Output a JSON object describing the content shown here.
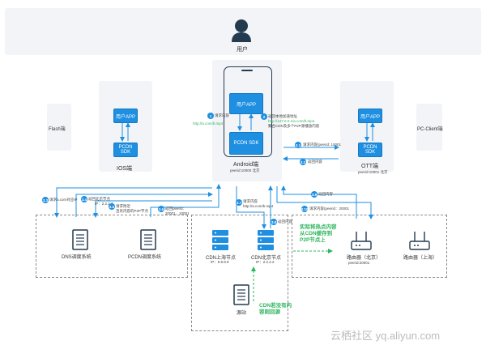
{
  "user": {
    "label": "用户"
  },
  "clients": {
    "flash": "Flash端",
    "pc": "PC-Client端",
    "ios": {
      "label": "IOS端",
      "app": "用户APP",
      "sdk": "PCDN SDK"
    },
    "android": {
      "label": "Android端",
      "peer": "peerid:10000 北京",
      "app": "用户APP",
      "sdk": "PCDN SDK"
    },
    "ott": {
      "label": "OTT端",
      "peer": "peerid:10001 北京",
      "app": "用户APP",
      "sdk": "PCDN SDK"
    }
  },
  "steps": {
    "s1": {
      "num": "1",
      "text": "请求内容",
      "url": "http://a.com/b.mp4"
    },
    "s2": {
      "num": "2",
      "lines": [
        "返回本地加速地址",
        "http://127.0.0.1/a.com/b.mp4",
        "聚合CDN及多个P2P源播放内容"
      ]
    },
    "s31_top": {
      "num": "3.1",
      "text": "请求内容(peerid: 10001"
    },
    "s32_top": {
      "num": "3.2",
      "text": "返回内容"
    },
    "s33": {
      "num": "3.3",
      "text": "请求a.com对应IP"
    },
    "s34": {
      "num": "3.4",
      "lines": [
        "返回北京节点",
        "IP：2.2.2.2"
      ]
    },
    "s35": {
      "num": "3.5",
      "lines": [
        "请求附近",
        "且有内容的P2P节点"
      ]
    },
    "s36": {
      "num": "3.6",
      "lines": [
        "返回peerid：",
        "20001，10001"
      ]
    },
    "s37": {
      "num": "3.7",
      "lines": [
        "请求内容",
        "http://a.com/b.mp4"
      ]
    },
    "s38": {
      "num": "3.8",
      "text": "返回内容"
    },
    "s39": {
      "num": "3.9",
      "text": "返回内容"
    },
    "s310": {
      "num": "3.10",
      "text": "请求内容(peerid：20001"
    }
  },
  "backend": {
    "dns": "DNS调度系统",
    "pcdn": "PCDN调度系统",
    "cdn_sh": {
      "name": "CDN上海节点",
      "ip": "IP：9.9.9.9"
    },
    "cdn_bj": {
      "name": "CDN北京节点",
      "ip": "IP：2.2.2.2"
    },
    "origin": "源站",
    "router_bj": {
      "name": "路由器（北京）",
      "peer": "peerid:20001"
    },
    "router_sh": "路由器（上海）"
  },
  "notes": {
    "offload": [
      "实际将热点内容",
      "从CDN缓存到",
      "P2P节点上"
    ],
    "origin_pull": [
      "CDN若没有内",
      "容则回源"
    ]
  },
  "watermark": "云栖社区 yq.aliyun.com",
  "colors": {
    "blue": "#1e8fe1",
    "green": "#2db55d",
    "dark": "#233a4f"
  }
}
